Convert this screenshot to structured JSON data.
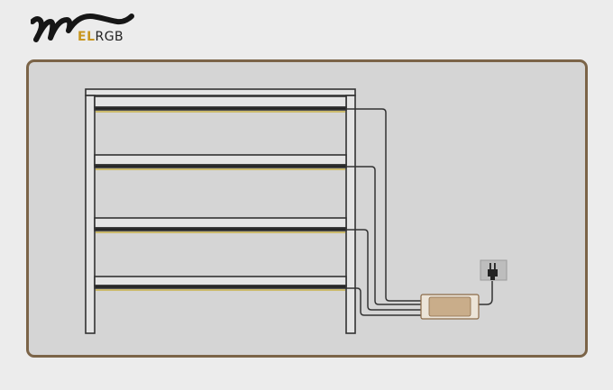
{
  "logo": {
    "text_el": "EL",
    "text_rgb": "RGB",
    "icon": "wave-brand-icon"
  },
  "colors": {
    "background": "#ececec",
    "panel": "#d5d5d5",
    "panel_border": "#7b6448",
    "led_strip": "#c8b24a",
    "shelf_outline": "#333333",
    "wire": "#333333",
    "driver_fill": "#c9ad8a",
    "driver_border": "#8a6a48",
    "outlet": "#b5b5b5"
  },
  "diagram": {
    "shelf_levels": 4,
    "led_strip_count": 4,
    "components": [
      "shelving-unit",
      "led-strip",
      "wire",
      "driver-box",
      "power-plug-icon"
    ]
  }
}
